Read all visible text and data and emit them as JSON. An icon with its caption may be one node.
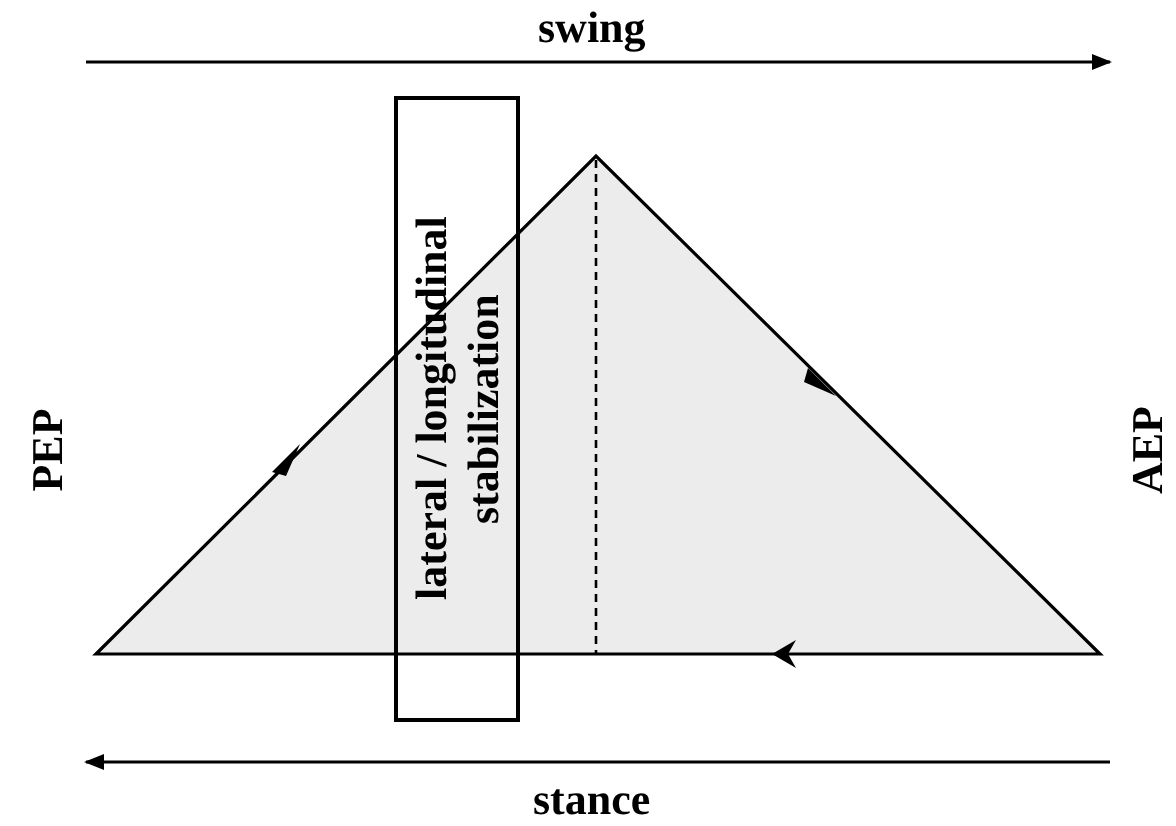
{
  "diagram": {
    "nodes": [
      {
        "text": [
          "lateral / longitudinal stabilization"
        ]
      }
    ],
    "edges": [],
    "labels": [
      "swing",
      "PEP",
      "AEP",
      "stance"
    ]
  }
}
